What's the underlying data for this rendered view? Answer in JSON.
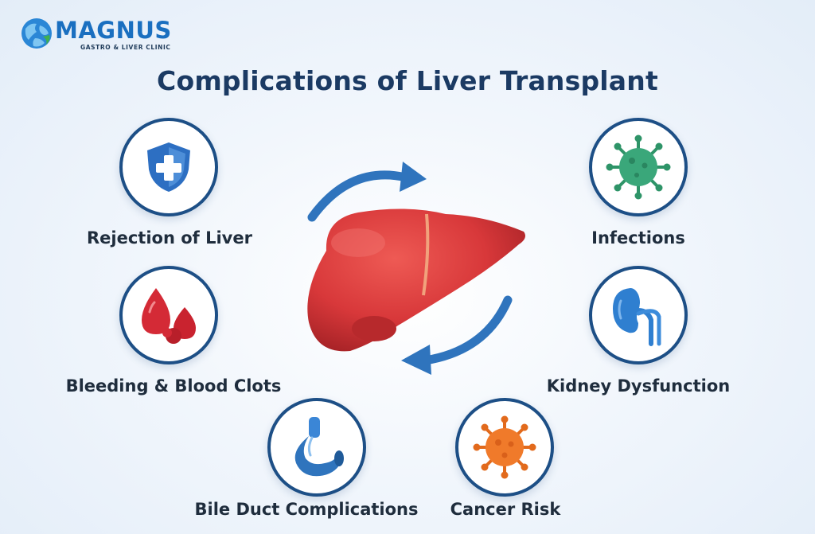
{
  "brand": {
    "name": "MAGNUS",
    "tagline": "GASTRO & LIVER CLINIC"
  },
  "title": "Complications of Liver Transplant",
  "items": [
    {
      "label": "Rejection of Liver",
      "icon": "shield-cross-icon"
    },
    {
      "label": "Infections",
      "icon": "virus-icon"
    },
    {
      "label": "Bleeding & Blood Clots",
      "icon": "blood-drops-icon"
    },
    {
      "label": "Kidney Dysfunction",
      "icon": "kidney-icon"
    },
    {
      "label": "Bile Duct Complications",
      "icon": "bile-duct-icon"
    },
    {
      "label": "Cancer Risk",
      "icon": "cancer-cell-icon"
    }
  ],
  "center_icon": "liver-icon",
  "colors": {
    "title": "#1b3a63",
    "brand": "#1a6fc0",
    "circle_border": "#1d4f86",
    "liver": "#d8383a",
    "arrow": "#2f74bd",
    "virus": "#3aa77a",
    "cancer": "#f07a2a",
    "blood": "#d42a36",
    "kidney": "#2f7fd0"
  }
}
